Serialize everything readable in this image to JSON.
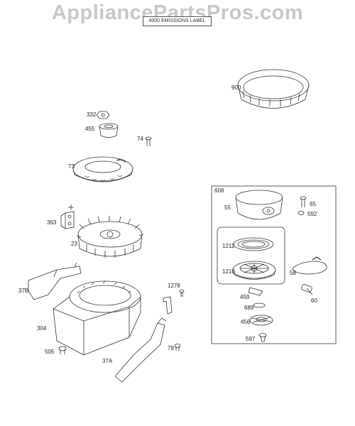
{
  "watermark": "AppliancePartsPros.com",
  "emission_label": "4000 EMISSIONS LABEL",
  "callouts": {
    "p900": "900",
    "p332": "332",
    "p455": "455",
    "p74": "74",
    "p73": "73",
    "p608": "608",
    "p65": "65",
    "p55": "55",
    "p592": "592",
    "p363": "363",
    "p23": "23",
    "p1211": "1211",
    "p1210": "1210",
    "p58": "58",
    "p37b": "37B",
    "p1278": "1278",
    "p459": "459",
    "p60": "60",
    "p689": "689",
    "p304": "304",
    "p456": "456",
    "p78": "78",
    "p597": "597",
    "p505": "505",
    "p37a": "37A"
  }
}
